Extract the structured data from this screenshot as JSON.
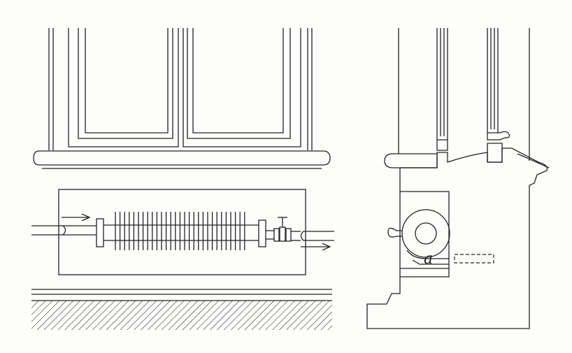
{
  "figure": {
    "left_view": "elevation",
    "right_view": "section",
    "labels": {
      "a": "a"
    },
    "ink_color": "#222222",
    "paper_color": "#fdfdfb"
  }
}
